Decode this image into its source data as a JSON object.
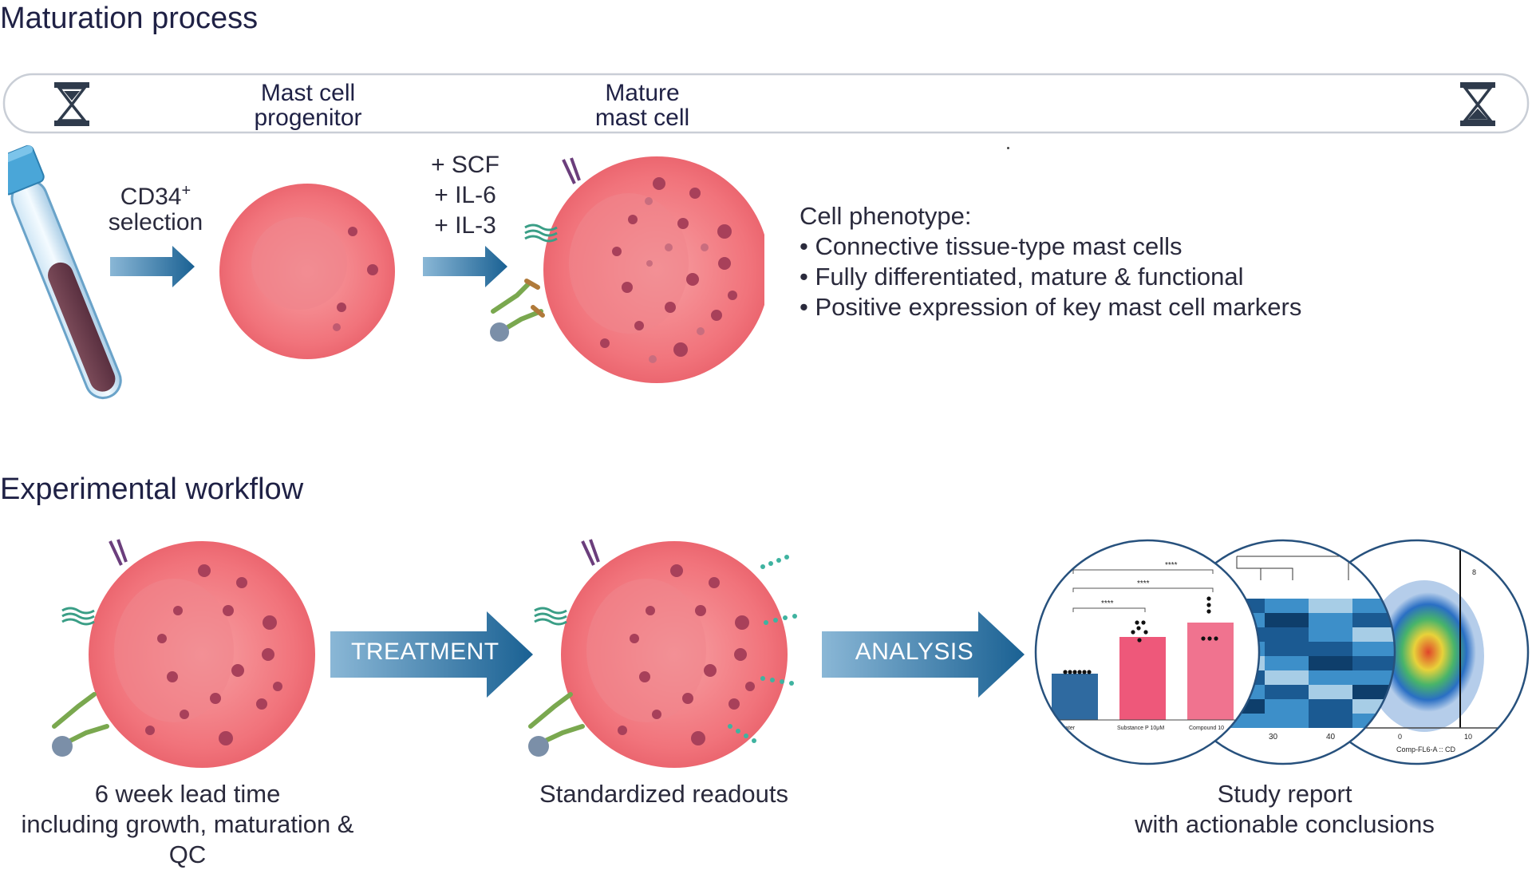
{
  "maturation": {
    "title": "Maturation process",
    "timeline": {
      "stage1": "Mast cell\nprogenitor",
      "stage2": "Mature\nmast cell"
    },
    "cd34_label": "CD34",
    "cd34_superscript": "+",
    "selection_label": "selection",
    "factors": [
      "+ SCF",
      "+ IL-6",
      "+ IL-3"
    ],
    "phenotype": {
      "heading": "Cell phenotype:",
      "items": [
        "• Connective tissue-type mast cells",
        "• Fully differentiated, mature & functional",
        "• Positive expression of key mast cell markers"
      ]
    }
  },
  "workflow": {
    "title": "Experimental workflow",
    "arrow1": "TREATMENT",
    "arrow2": "ANALYSIS",
    "captions": {
      "step1": "6 week lead time\nincluding growth, maturation & QC",
      "step2": "Standardized readouts",
      "step3": "Study report\nwith actionable conclusions"
    },
    "report_chart": {
      "sig": [
        "****",
        "****",
        "****"
      ],
      "categories": [
        "water",
        "Substance P 10μM",
        "Compound\n10"
      ],
      "heatmap_ticks": [
        "30",
        "40"
      ],
      "flow_ticks": [
        "0",
        "10",
        "8"
      ],
      "flow_axis_label": "Comp-FL6-A :: CD"
    }
  },
  "colors": {
    "title": "#1f2145",
    "arrow_dark": "#1a6193",
    "arrow_light": "#8ab7d6",
    "cell": "#f36b73",
    "tube_cap": "#4aa6d8"
  }
}
